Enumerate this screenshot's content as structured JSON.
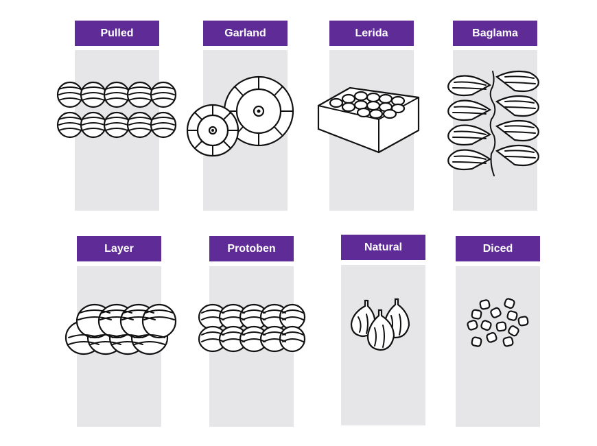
{
  "colors": {
    "label_bg": "#5e2b97",
    "label_text": "#ffffff",
    "panel_bg": "#e6e6e8",
    "ink": "#111111"
  },
  "items": [
    {
      "label": "Pulled",
      "icon": "pulled-figs-icon"
    },
    {
      "label": "Garland",
      "icon": "garland-figs-icon"
    },
    {
      "label": "Lerida",
      "icon": "lerida-box-icon"
    },
    {
      "label": "Baglama",
      "icon": "baglama-string-icon"
    },
    {
      "label": "Layer",
      "icon": "layer-figs-icon"
    },
    {
      "label": "Protoben",
      "icon": "protoben-figs-icon"
    },
    {
      "label": "Natural",
      "icon": "natural-figs-icon"
    },
    {
      "label": "Diced",
      "icon": "diced-figs-icon"
    }
  ]
}
